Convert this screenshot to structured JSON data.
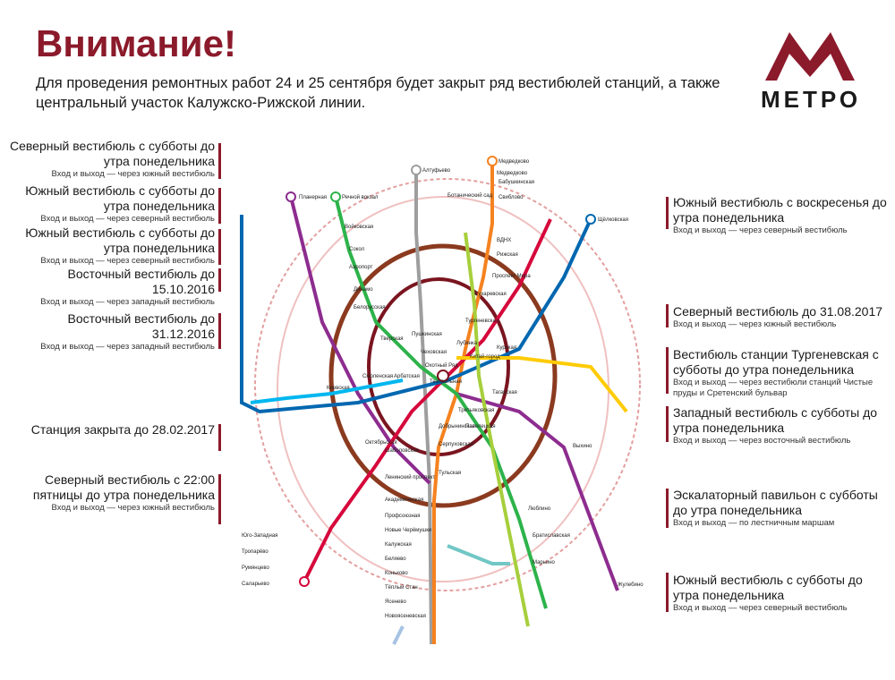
{
  "header": {
    "title": "Внимание!",
    "subtitle": "Для проведения ремонтных работ 24 и 25 сентября будет закрыт ряд вестибюлей станций, а также центральный участок Калужско-Рижской линии."
  },
  "logo": {
    "text": "МЕТРО",
    "color": "#8b1a2b"
  },
  "left_notes": [
    {
      "h": "Северный вестибюль с субботы до утра понедельника",
      "s": "Вход и выход — через южный вестибюль"
    },
    {
      "h": "Южный вестибюль с субботы до утра понедельника",
      "s": "Вход и выход — через северный вестибюль"
    },
    {
      "h": "Южный вестибюль с субботы до утра понедельника",
      "s": "Вход и выход — через северный вестибюль"
    },
    {
      "h": "Восточный вестибюль до 15.10.2016",
      "s": "Вход и выход — через западный вестибюль"
    },
    {
      "h": "Восточный вестибюль до 31.12.2016",
      "s": "Вход и выход — через западный вестибюль"
    },
    {
      "h": "Станция закрыта до 28.02.2017",
      "s": ""
    },
    {
      "h": "Северный вестибюль с 22:00 пятницы до утра понедельника",
      "s": "Вход и выход — через южный вестибюль"
    }
  ],
  "right_notes": [
    {
      "h": "Южный вестибюль с воскресенья до утра понедельника",
      "s": "Вход и выход — через северный вестибюль"
    },
    {
      "h": "Северный вестибюль до 31.08.2017",
      "s": "Вход и выход — через южный вестибюль"
    },
    {
      "h": "Вестибюль станции Тургеневская с субботы до утра понедельника",
      "s": "Вход и выход — через вестибюли станций Чистые пруды и Сретенский бульвар"
    },
    {
      "h": "Западный вестибюль с субботы до утра понедельника",
      "s": "Вход и выход — через восточный вестибюль"
    },
    {
      "h": "Эскалаторный павильон с субботы до утра понедельника",
      "s": "Вход и выход — по лестничным маршам"
    },
    {
      "h": "Южный вестибюль с субботы до утра понедельника",
      "s": "Вход и выход — через северный вестибюль"
    }
  ],
  "map": {
    "line_colors": {
      "sokolnicheskaya": "#d6083b",
      "zamoskvoretskaya": "#2db34a",
      "arbatsko": "#0067b0",
      "filyovskaya": "#00b7ef",
      "koltsevaya": "#8b3a1f",
      "kaluzhsko": "#f58220",
      "tagansko": "#8d2c8f",
      "kalininskaya": "#ffcb05",
      "serpukhovskaya": "#9e9e9e",
      "lublinskaya": "#a7cf3c",
      "kakhovskaya": "#71c7c5",
      "butovskaya": "#a6c3e3"
    },
    "stations": [
      "Алтуфьево",
      "Медведково",
      "Планерная",
      "Речной вокзал",
      "Щёлковская",
      "Бабушкинская",
      "Свиблово",
      "Ботанический сад",
      "ВДНХ",
      "Рижская",
      "Проспект Мира",
      "Сухаревская",
      "Тургеневская",
      "Китай-город",
      "Третьяковская",
      "Октябрьская",
      "Шаболовская",
      "Ленинский проспект",
      "Академическая",
      "Профсоюзная",
      "Новые Черёмушки",
      "Калужская",
      "Беляево",
      "Коньково",
      "Тёплый Стан",
      "Ясенево",
      "Новоясеневская",
      "Тверская",
      "Пушкинская",
      "Чеховская",
      "Охотный Ряд",
      "Театральная",
      "Лубянка",
      "Курская",
      "Таганская",
      "Павелецкая",
      "Добрынинская",
      "Серпуховская",
      "Тульская",
      "Киевская",
      "Смоленская",
      "Арбатская",
      "Белорусская",
      "Динамо",
      "Аэропорт",
      "Сокол",
      "Войковская",
      "Выхино",
      "Жулебино",
      "Марьино",
      "Братиславская",
      "Люблино",
      "Юго-Западная",
      "Тропарёво",
      "Румянцево",
      "Саларьево",
      "Медведково"
    ]
  }
}
